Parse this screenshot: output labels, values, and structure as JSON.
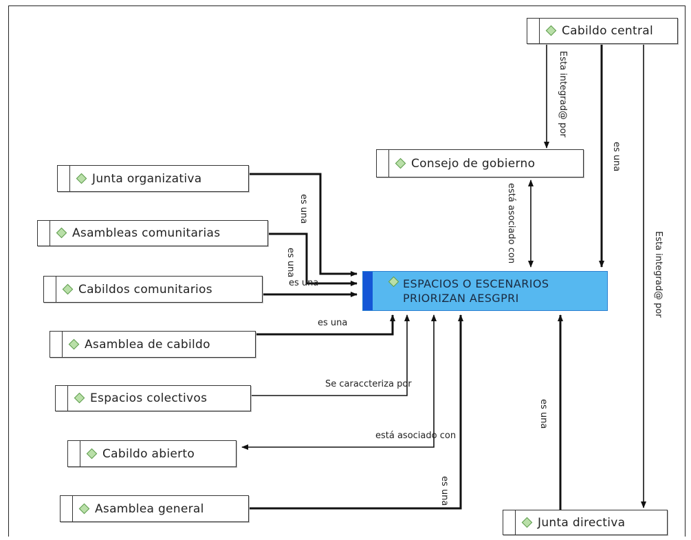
{
  "central": {
    "label_line1": "ESPACIOS O ESCENARIOS",
    "label_line2": "PRIORIZAN AESGPRI",
    "icon": "diamond-icon"
  },
  "nodes": {
    "cabildo_central": "Cabildo central",
    "consejo_gobierno": "Consejo de gobierno",
    "junta_organizativa": "Junta organizativa",
    "asambleas_comunitarias": "Asambleas comunitarias",
    "cabildos_comunitarios": "Cabildos comunitarios",
    "asamblea_cabildo": "Asamblea de cabildo",
    "espacios_colectivos": "Espacios colectivos",
    "cabildo_abierto": "Cabildo abierto",
    "asamblea_general": "Asamblea general",
    "junta_directiva": "Junta directiva"
  },
  "edges": {
    "esta_integrado_1": "Esta integrad@ por",
    "es_una_central": "es una",
    "esta_asociado_consejo": "está asociado con",
    "esta_integrado_2": "Esta integrad@ por",
    "es_una_junta_org": "es una",
    "es_una_asambleas": "es una",
    "es_una_cabildos": "es una",
    "es_una_asamblea_cab": "es una",
    "se_caracteriza": "Se caraccteriza por",
    "esta_asociado_abierto": "está asociado con",
    "es_una_asamblea_gen": "es una",
    "es_una_junta_dir": "es una"
  },
  "colors": {
    "central_fill": "#56b8f0",
    "central_bar": "#1456d6",
    "icon_fill": "#b9dfa8",
    "icon_stroke": "#5a9a4a"
  }
}
